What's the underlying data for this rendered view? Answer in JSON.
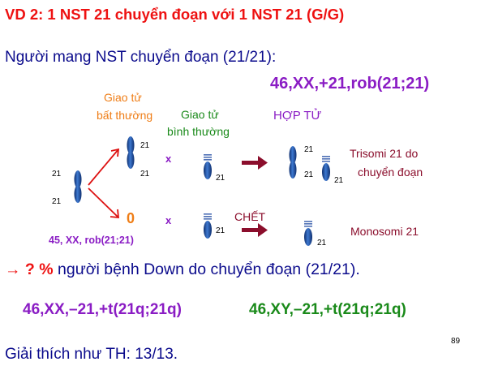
{
  "slide": {
    "title": "VD 2: 1 NST 21 chuyển đoạn với 1 NST 21 (G/G)",
    "subtitle": "Người mang NST chuyển đoạn (21/21):",
    "karyotype_top": "46,XX,+21,rob(21;21)",
    "result_arrow": "→",
    "result_highlight": "? %",
    "result_text": "người bệnh Down do chuyển đoạn (21/21).",
    "formula_female": "46,XX,–21,+t(21q;21q)",
    "formula_male": "46,XY,–21,+t(21q;21q)",
    "explanation": "Giải thích như TH: 13/13.",
    "page_number": "89"
  },
  "diagram": {
    "abnormal_gamete_line1": "Giao tử",
    "abnormal_gamete_line2": "bất thường",
    "normal_gamete_line1": "Giao tử",
    "normal_gamete_line2": "bình thường",
    "zygote": "HỢP TỬ",
    "trisomy_line1": "Trisomi 21 do",
    "trisomy_line2": "chuyển đoạn",
    "dead": "CHẾT",
    "monosomy": "Monosomi 21",
    "carrier_karyotype": "45, XX, rob(21;21)",
    "zero_gamete": "0",
    "cross_symbol": "x",
    "chrom_label": "21",
    "colors": {
      "orange": "#ef7d16",
      "green": "#1a8a1a",
      "purple": "#8a1cc4",
      "maroon": "#8b0e2c",
      "chromosome": "#1f4fa3"
    }
  }
}
